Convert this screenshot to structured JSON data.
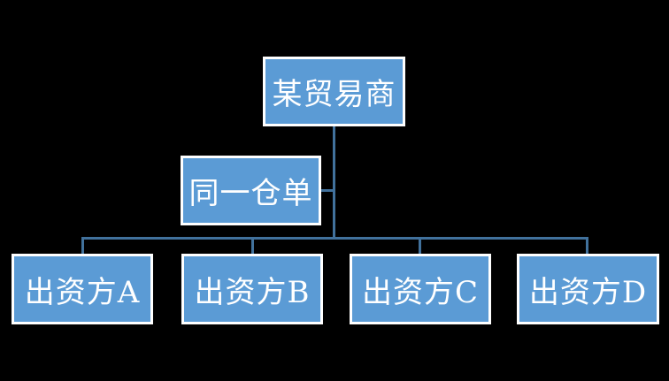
{
  "diagram": {
    "colors": {
      "background": "#000000",
      "node_fill": "#5B9BD5",
      "node_border": "#FFFFFF",
      "connector": "#41719C",
      "text": "#FFFFFF"
    },
    "nodes": {
      "trader": {
        "label": "某贸易商"
      },
      "receipt": {
        "label": "同一仓单"
      },
      "funder_a": {
        "label": "出资方A"
      },
      "funder_b": {
        "label": "出资方B"
      },
      "funder_c": {
        "label": "出资方C"
      },
      "funder_d": {
        "label": "出资方D"
      }
    }
  }
}
